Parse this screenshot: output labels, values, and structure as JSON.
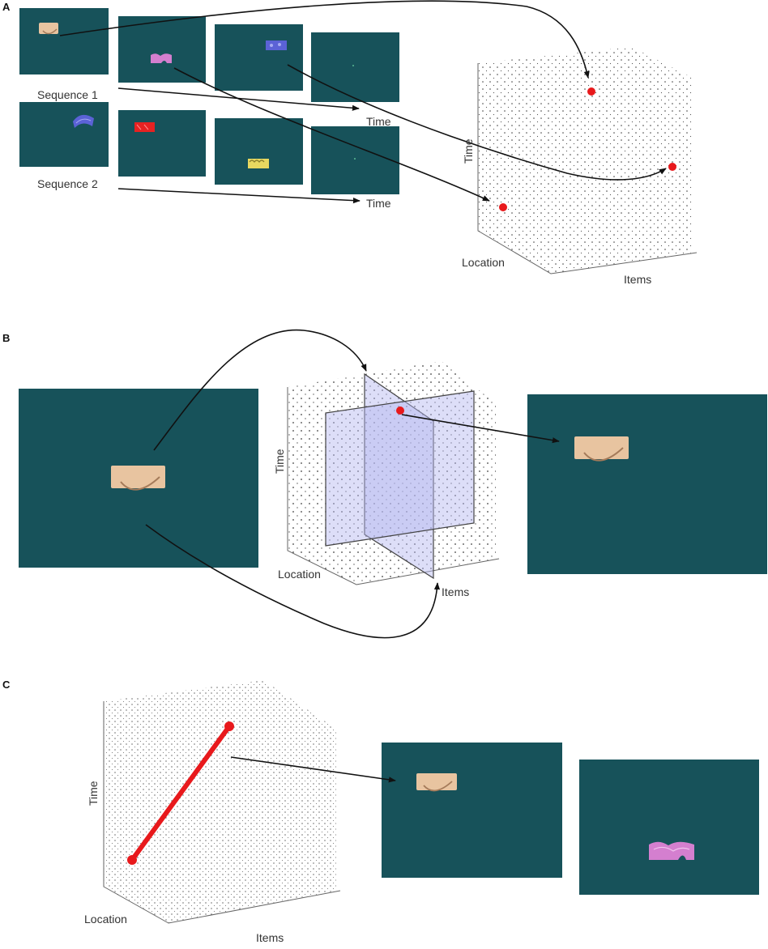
{
  "panels": {
    "a": {
      "letter": "A",
      "sequence1_label": "Sequence 1",
      "sequence2_label": "Sequence 2",
      "time_label_1": "Time",
      "time_label_2": "Time",
      "cube_axes": {
        "time": "Time",
        "location": "Location",
        "items": "Items"
      }
    },
    "b": {
      "letter": "B",
      "cube_axes": {
        "time": "Time",
        "location": "Location",
        "items": "Items"
      }
    },
    "c": {
      "letter": "C",
      "cube_axes": {
        "time": "Time",
        "location": "Location",
        "items": "Items"
      }
    }
  },
  "colors": {
    "screen": "#17525a",
    "dot": "#222222",
    "marker": "#e8191c",
    "plane_fill": "#b4b6f0",
    "arrow": "#111111",
    "hand_item": "#e8c4a0",
    "pink_item": "#d47fcf",
    "blue_item": "#5b62d6",
    "red_item": "#e62222",
    "yellow_item": "#e8d860"
  }
}
